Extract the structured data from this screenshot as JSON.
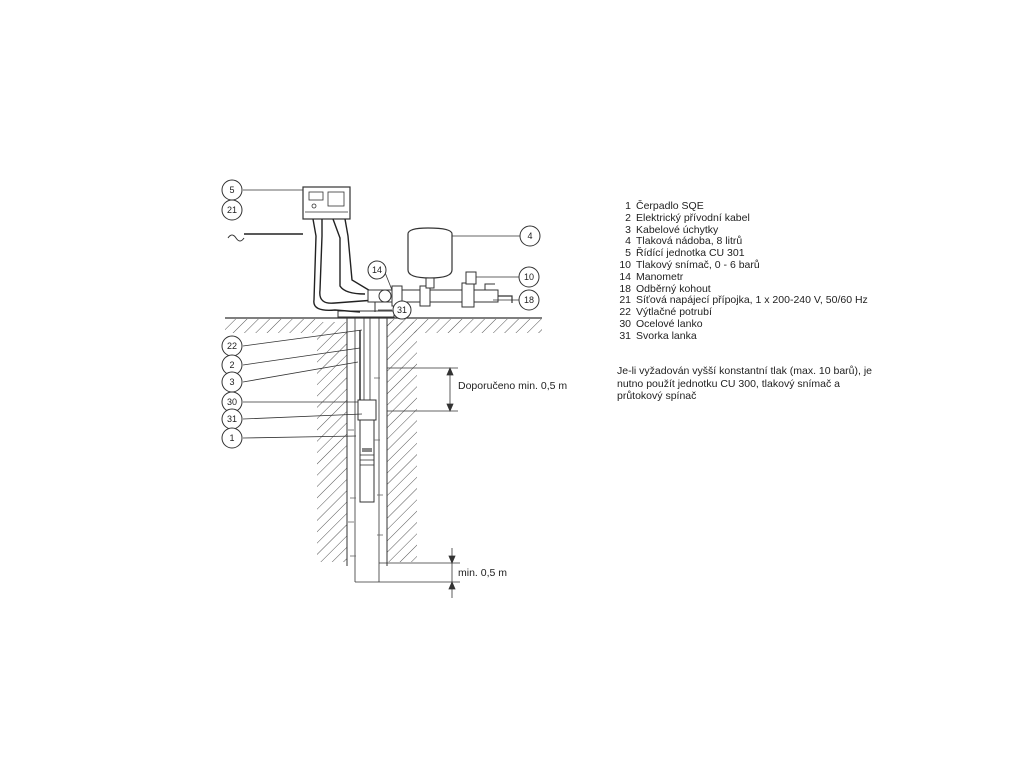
{
  "callouts": {
    "c5": "5",
    "c21": "21",
    "c4": "4",
    "c14": "14",
    "c10": "10",
    "c18": "18",
    "c31_top": "31",
    "c22": "22",
    "c2": "2",
    "c3": "3",
    "c30": "30",
    "c31": "31",
    "c1": "1"
  },
  "dimensions": {
    "recommended": "Doporučeno min. 0,5 m",
    "minimum": "min. 0,5 m"
  },
  "legend": [
    {
      "num": "1",
      "text": "Čerpadlo SQE"
    },
    {
      "num": "2",
      "text": "Elektrický přívodní kabel"
    },
    {
      "num": "3",
      "text": "Kabelové úchytky"
    },
    {
      "num": "4",
      "text": "Tlaková nádoba, 8 litrů"
    },
    {
      "num": "5",
      "text": "Řídící jednotka CU 301"
    },
    {
      "num": "10",
      "text": "Tlakový snímač, 0 - 6 barů"
    },
    {
      "num": "14",
      "text": "Manometr"
    },
    {
      "num": "18",
      "text": "Odběrný kohout"
    },
    {
      "num": "21",
      "text": "Síťová napájecí přípojka, 1 x 200-240 V, 50/60 Hz"
    },
    {
      "num": "22",
      "text": "Výtlačné potrubí"
    },
    {
      "num": "30",
      "text": "Ocelové lanko"
    },
    {
      "num": "31",
      "text": "Svorka lanka"
    }
  ],
  "note": "Je-li vyžadován vyšší konstantní tlak (max. 10 barů), je nutno použít jednotku CU 300, tlakový snímač a průtokový spínač"
}
